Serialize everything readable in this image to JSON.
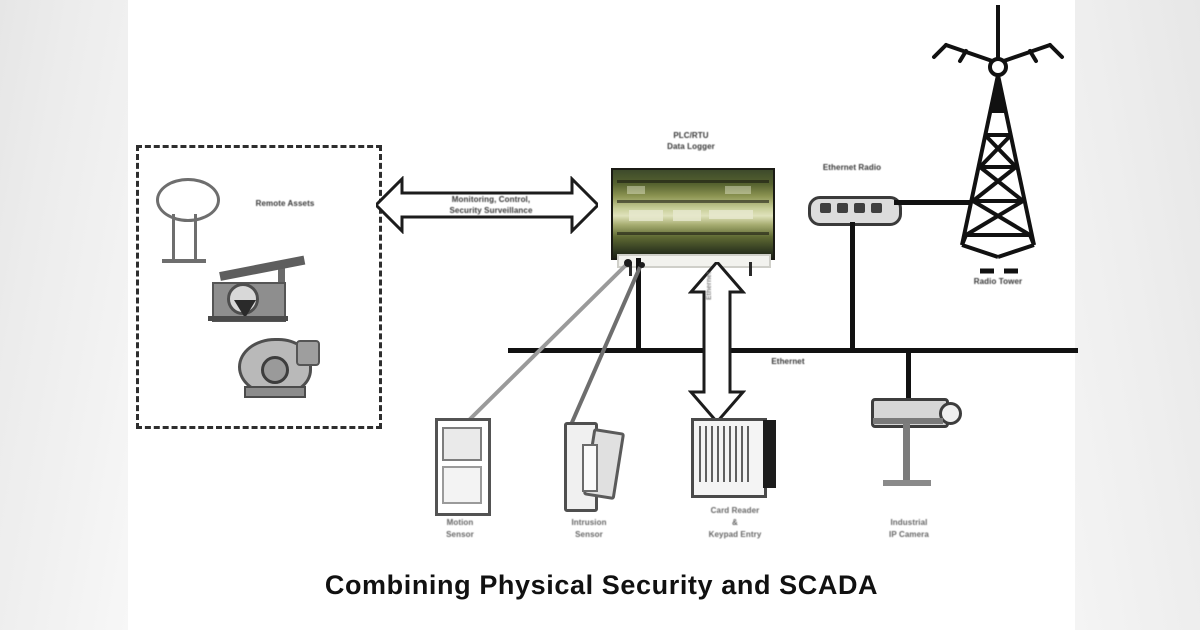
{
  "title": "Combining Physical Security and SCADA",
  "diagram": {
    "remote_assets": {
      "label": "Remote Assets",
      "items": [
        {
          "name": "water-tower"
        },
        {
          "name": "pump-jack"
        },
        {
          "name": "pump-motor"
        }
      ]
    },
    "link_arrow": {
      "line1": "Monitoring, Control,",
      "line2": "Security Surveillance"
    },
    "plc": {
      "line1": "PLC/RTU",
      "line2": "Data Logger"
    },
    "ethernet_radio": {
      "label": "Ethernet Radio"
    },
    "radio_tower": {
      "label": "Radio Tower"
    },
    "bus": {
      "label": "Ethernet"
    },
    "vertical_link": {
      "label": "Ethernet"
    },
    "devices": [
      {
        "id": "motion-sensor",
        "line1": "Motion",
        "line2": "Sensor",
        "line3": ""
      },
      {
        "id": "intrusion-sensor",
        "line1": "Intrusion",
        "line2": "Sensor",
        "line3": ""
      },
      {
        "id": "card-reader",
        "line1": "Card Reader",
        "line2": "&",
        "line3": "Keypad Entry"
      },
      {
        "id": "ip-camera",
        "line1": "Industrial",
        "line2": "IP Camera",
        "line3": ""
      }
    ]
  },
  "colors": {
    "ink": "#111111",
    "label": "#4b4b4b",
    "plc_board": "#8d9553",
    "letterbox": "#ededed"
  }
}
